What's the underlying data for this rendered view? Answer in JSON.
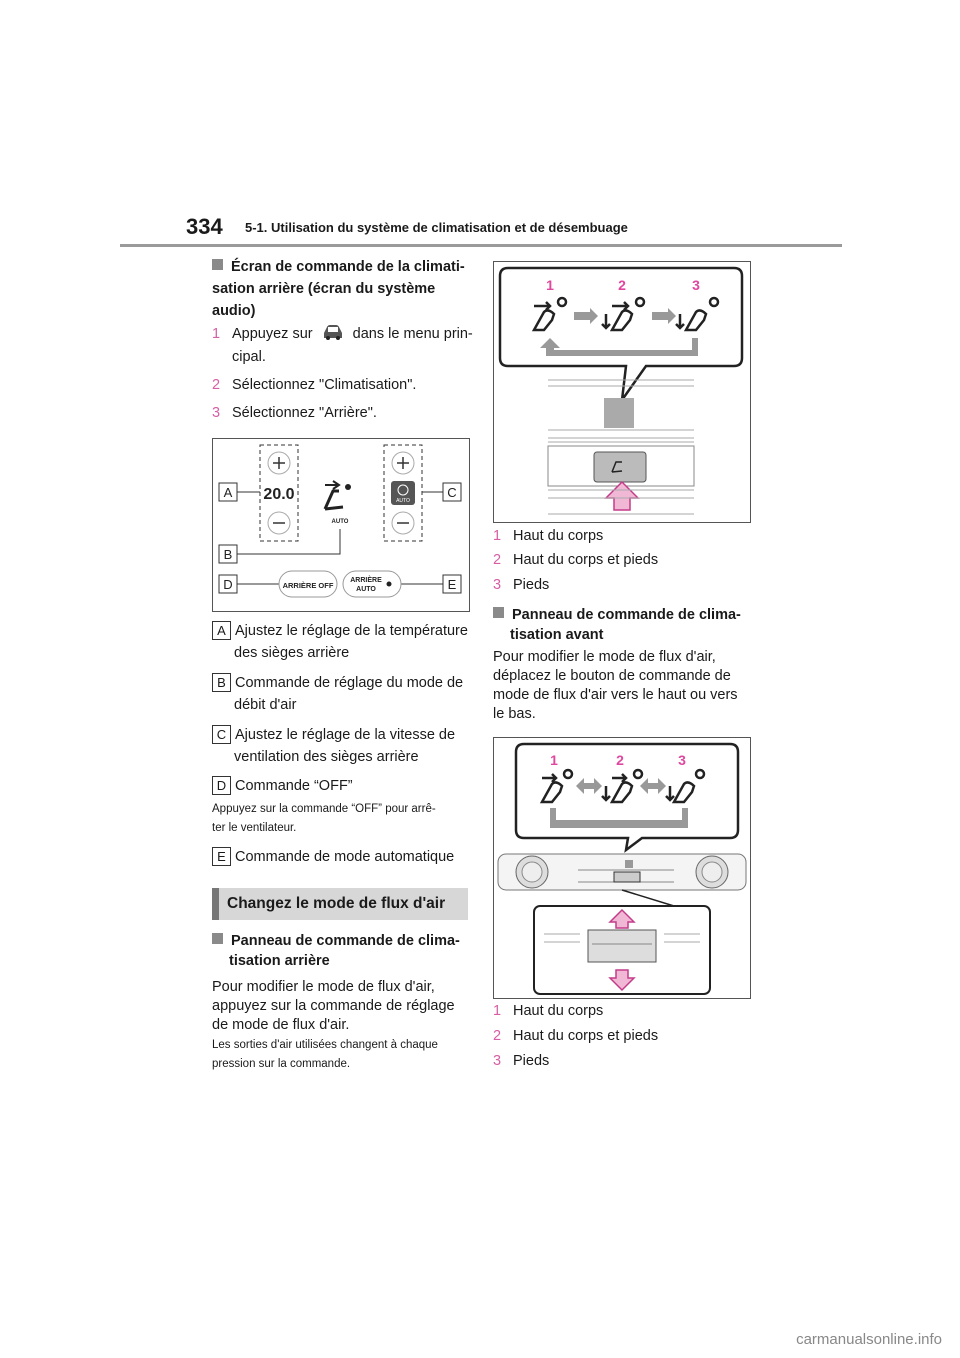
{
  "header": {
    "page_number": "334",
    "chapter_title": "5-1. Utilisation du système de climatisation et de désembuage"
  },
  "left": {
    "heading1": "Écran de commande de la climati-\nsation arrière (écran du système\naudio)",
    "step1_num": "1",
    "step1_a": "Appuyez sur",
    "step1_b": "dans le menu prin-",
    "step1_c": "cipal.",
    "step2_num": "2",
    "step2": "Sélectionnez \"Climatisation\".",
    "step3_num": "3",
    "step3": "Sélectionnez \"Arrière\".",
    "screen": {
      "temp": "20.0",
      "auto_small": "AUTO",
      "fan_auto": "AUTO",
      "off_btn": "ARRIÈRE OFF",
      "auto_btn_l1": "ARRIÈRE",
      "auto_btn_l2": "AUTO"
    },
    "items": [
      {
        "letter": "A",
        "l1": "Ajustez le réglage de la température",
        "l2": "des sièges arrière"
      },
      {
        "letter": "B",
        "l1": "Commande de réglage du mode de",
        "l2": "débit d'air"
      },
      {
        "letter": "C",
        "l1": "Ajustez le réglage de la vitesse de",
        "l2": "ventilation des sièges arrière"
      },
      {
        "letter": "D",
        "l1": "Commande “OFF”",
        "l2": ""
      },
      {
        "letter": "E",
        "l1": "Commande de mode automatique",
        "l2": ""
      }
    ],
    "note_d_l1": "Appuyez sur la commande “OFF” pour arrê-",
    "note_d_l2": "ter le ventilateur.",
    "section_title": "Changez le mode de flux d'air",
    "heading2_l1": "Panneau de commande de clima-",
    "heading2_l2": "tisation arrière",
    "para1_l1": "Pour modifier le mode de flux d'air,",
    "para1_l2": "appuyez sur la commande de réglage",
    "para1_l3": "de mode de flux d'air.",
    "note2_l1": "Les sorties d'air utilisées changent à chaque",
    "note2_l2": "pression sur la commande."
  },
  "right": {
    "fig1_labels": [
      "1",
      "2",
      "3"
    ],
    "list1": [
      {
        "num": "1",
        "text": "Haut du corps"
      },
      {
        "num": "2",
        "text": "Haut du corps et pieds"
      },
      {
        "num": "3",
        "text": "Pieds"
      }
    ],
    "heading3_l1": "Panneau de commande de clima-",
    "heading3_l2": "tisation avant",
    "para2_l1": "Pour modifier le mode de flux d'air,",
    "para2_l2": "déplacez le bouton de commande de",
    "para2_l3": "mode de flux d'air vers le haut ou vers",
    "para2_l4": "le bas.",
    "fig2_labels": [
      "1",
      "2",
      "3"
    ],
    "list2": [
      {
        "num": "1",
        "text": "Haut du corps"
      },
      {
        "num": "2",
        "text": "Haut du corps et pieds"
      },
      {
        "num": "3",
        "text": "Pieds"
      }
    ]
  },
  "footer": {
    "watermark": "carmanualsonline.info"
  },
  "colors": {
    "accent_pink": "#e0479e",
    "step_pink": "#d65fa5",
    "band_gray": "#d7d7d7",
    "rule_gray": "#9a9a9a"
  }
}
